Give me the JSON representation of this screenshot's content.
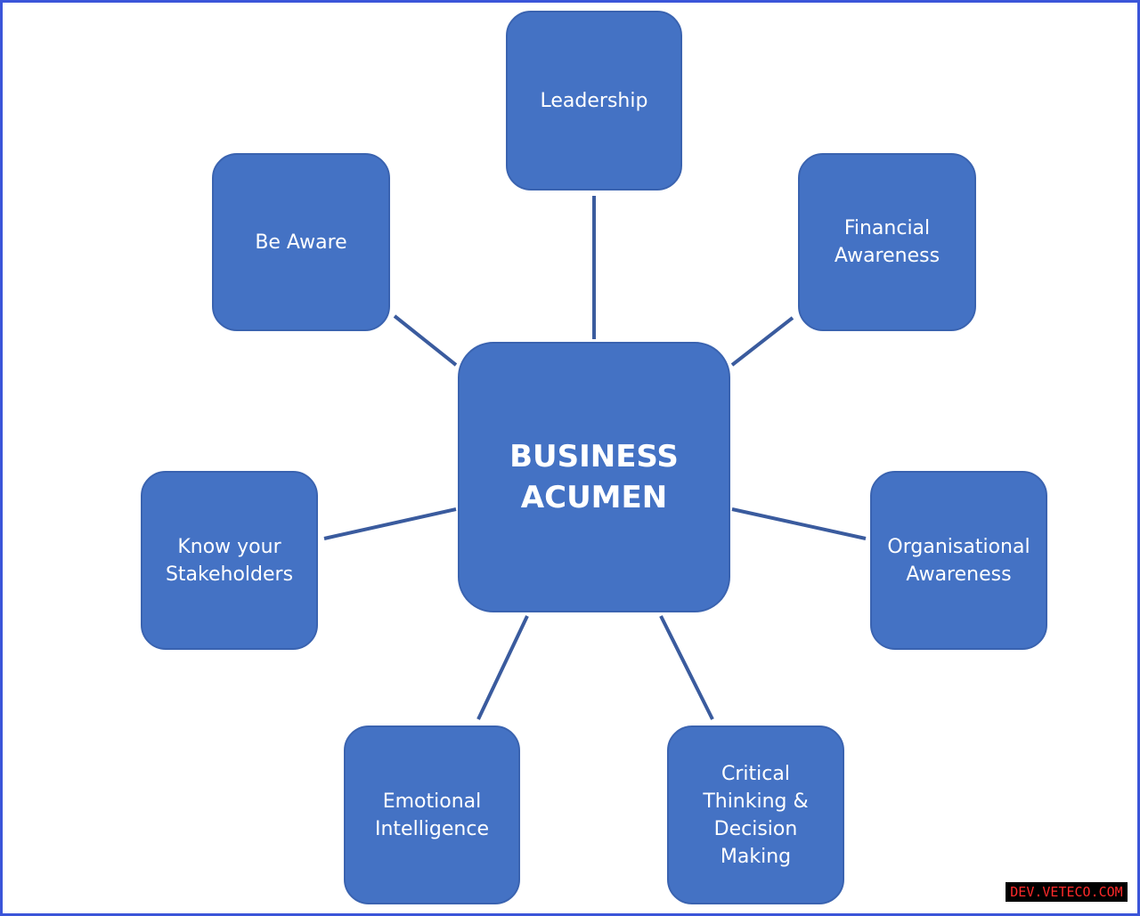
{
  "diagram": {
    "center": {
      "label": "BUSINESS\nACUMEN"
    },
    "nodes": {
      "leadership": "Leadership",
      "financial_awareness": "Financial\nAwareness",
      "organisational_awareness": "Organisational\nAwareness",
      "critical_thinking": "Critical\nThinking &\nDecision\nMaking",
      "emotional_intelligence": "Emotional\nIntelligence",
      "know_your_stakeholders": "Know your\nStakeholders",
      "be_aware": "Be Aware"
    }
  },
  "colors": {
    "node_fill": "#4472c4",
    "node_border": "#3a63b0",
    "connector": "#3a5b9e",
    "frame_border": "#3b55d9",
    "watermark_text": "#ff2a2a"
  },
  "watermark": {
    "text": "DEV.VETECO.COM"
  }
}
